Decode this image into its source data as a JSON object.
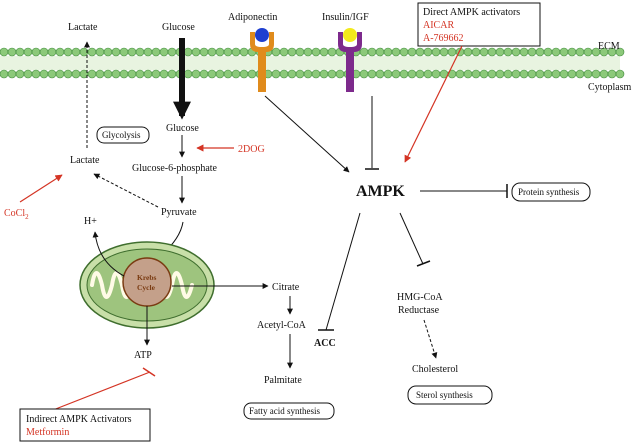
{
  "labels": {
    "ecm": "ECM",
    "cytoplasm": "Cytoplasm",
    "lactate_top": "Lactate",
    "glucose_top": "Glucose",
    "adiponectin": "Adiponectin",
    "insulin": "Insulin/IGF",
    "glycolysis": "Glycolysis",
    "glucose": "Glucose",
    "twodog": "2DOG",
    "g6p": "Glucose-6-phosphate",
    "lactate": "Lactate",
    "cocl2": "CoCl",
    "cocl2_sub": "2",
    "pyruvate": "Pyruvate",
    "hplus": "H+",
    "krebs_1": "Krebs",
    "krebs_2": "Cycle",
    "citrate": "Citrate",
    "acetyl": "Acetyl-CoA",
    "palmitate": "Palmitate",
    "fatty": "Fatty acid synthesis",
    "atp": "ATP",
    "ampk": "AMPK",
    "acc": "ACC",
    "protein": "Protein synthesis",
    "hmg1": "HMG-CoA",
    "hmg2": "Reductase",
    "cholesterol": "Cholesterol",
    "sterol": "Sterol synthesis",
    "direct_title": "Direct AMPK activators",
    "aicar": "AICAR",
    "a769": "A-769662",
    "indirect_title": "Indirect AMPK Activators",
    "metformin": "Metformin"
  },
  "colors": {
    "membrane_head": "#8cc97a",
    "membrane_stroke": "#3f8a3a",
    "adiponectin_receptor": "#e08b1c",
    "adiponectin_ligand": "#1e3fd0",
    "insulin_receptor": "#7d2a8c",
    "insulin_ligand": "#f2ea1c",
    "mito_outer": "#c8dfa8",
    "krebs_fill": "#c4a08a",
    "inhibitor_red": "#d43424"
  }
}
